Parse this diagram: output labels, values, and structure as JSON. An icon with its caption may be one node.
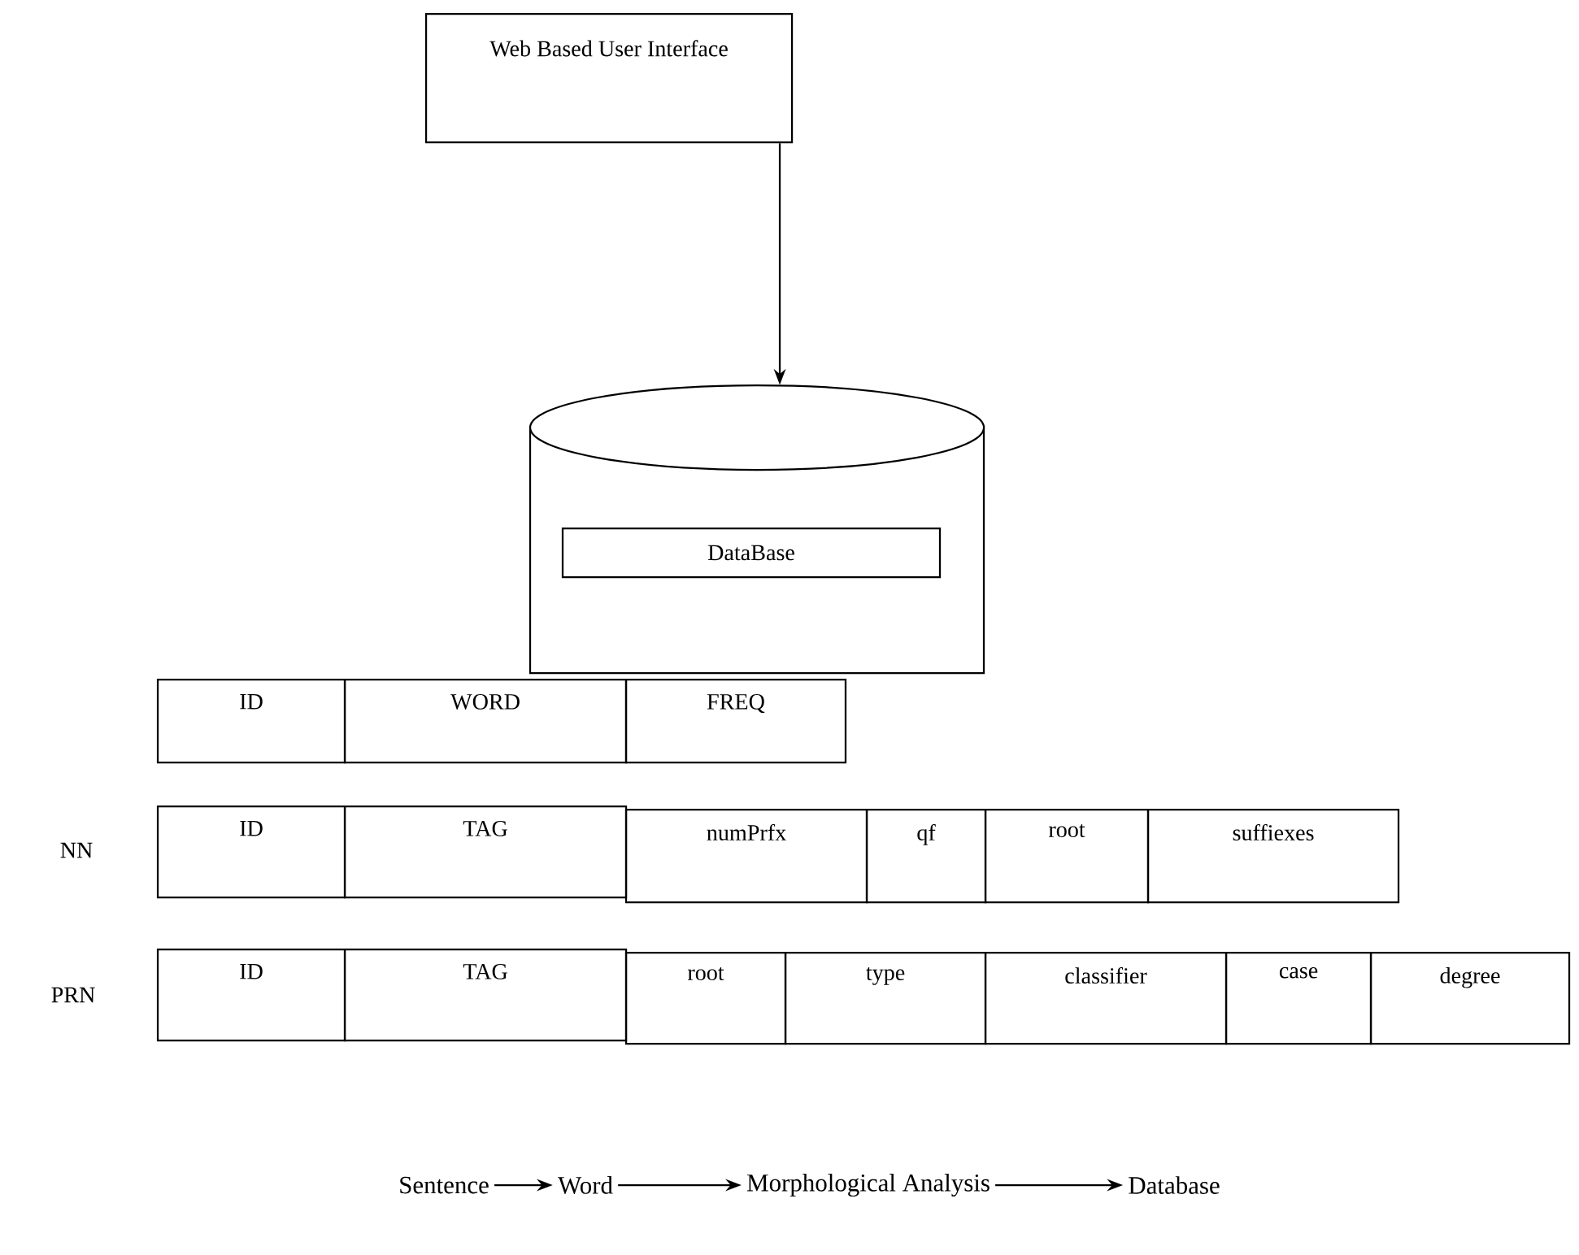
{
  "diagram": {
    "nodes": [
      {
        "text": [
          "Web Based User Interface"
        ]
      },
      {
        "text": [],
        "shape": "cylinder"
      },
      {
        "text": [
          "DataBase"
        ],
        "in": 1
      },
      {
        "text": [
          "ID"
        ]
      },
      {
        "text": [
          "WORD"
        ]
      },
      {
        "text": [
          "FREQ"
        ]
      },
      {
        "text": [
          "ID"
        ]
      },
      {
        "text": [
          "TAG"
        ]
      },
      {
        "text": [
          "numPrfx"
        ]
      },
      {
        "text": [
          "qf"
        ]
      },
      {
        "text": [
          "root"
        ]
      },
      {
        "text": [
          "suffiexes"
        ]
      },
      {
        "text": [
          "ID"
        ]
      },
      {
        "text": [
          "TAG"
        ]
      },
      {
        "text": [
          "root"
        ]
      },
      {
        "text": [
          "type"
        ]
      },
      {
        "text": [
          "classifier"
        ]
      },
      {
        "text": [
          "case"
        ]
      },
      {
        "text": [
          "degree"
        ]
      },
      {
        "text": [
          "Sentence"
        ]
      },
      {
        "text": [
          "Word"
        ]
      },
      {
        "text": [
          "Morphological Analysis"
        ]
      },
      {
        "text": [
          "Database"
        ]
      }
    ],
    "edges": [
      {
        "from": 0,
        "to": 1,
        "arrow": "to"
      },
      {
        "from": 19,
        "to": 20,
        "arrow": "to"
      },
      {
        "from": 20,
        "to": 21,
        "arrow": "to"
      },
      {
        "from": 21,
        "to": 22,
        "arrow": "to"
      }
    ],
    "labels": [
      "NN",
      "PRN"
    ]
  }
}
